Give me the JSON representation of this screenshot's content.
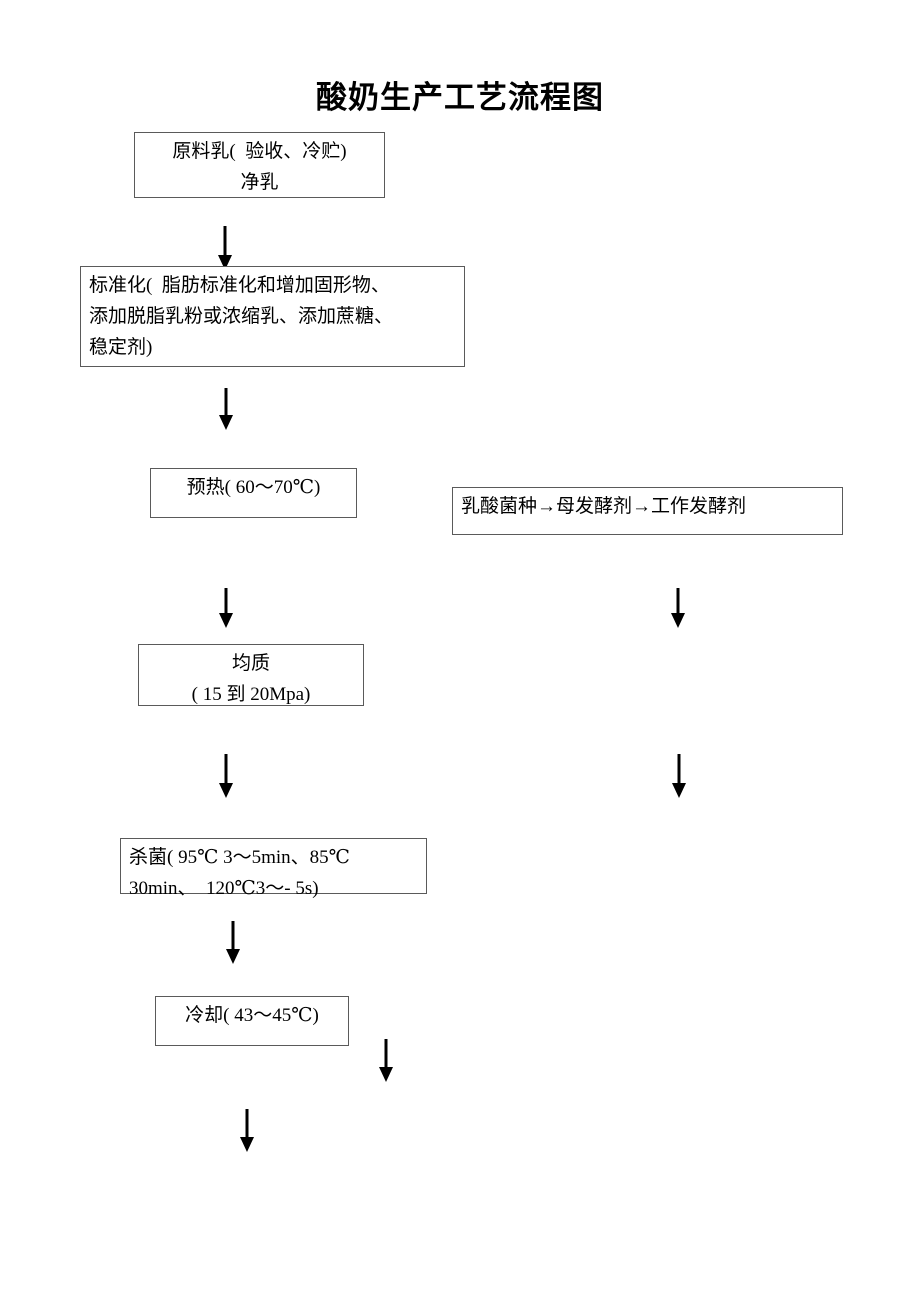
{
  "document": {
    "title": "酸奶生产工艺流程图"
  },
  "flowchart": {
    "type": "process-flow-diagram",
    "nodes": [
      {
        "id": "raw-milk",
        "lines": [
          "原料乳(  验收、冷贮)",
          "净乳"
        ],
        "align": "center"
      },
      {
        "id": "standardization",
        "lines": [
          "标准化(  脂肪标准化和增加固形物、",
          "添加脱脂乳粉或浓缩乳、添加蔗糖、",
          "稳定剂)"
        ],
        "align": "left"
      },
      {
        "id": "preheat",
        "lines": [
          "预热( 60～70℃)"
        ],
        "align": "center"
      },
      {
        "id": "starter-culture",
        "lines": [
          "乳酸菌种→母发酵剂→工作发酵剂"
        ],
        "align": "left"
      },
      {
        "id": "homogenization",
        "lines": [
          "均质",
          "( 15 到 20Mpa)"
        ],
        "align": "center"
      },
      {
        "id": "sterilization",
        "lines": [
          "杀菌( 95℃ 3～5min、85℃",
          "30min、  120℃3～- 5s)"
        ],
        "align": "left"
      },
      {
        "id": "cooling",
        "lines": [
          "冷却( 43～45℃)"
        ],
        "align": "center"
      }
    ],
    "arrows": [
      {
        "id": "arrow-raw-to-standardization"
      },
      {
        "id": "arrow-standardization-to-preheat"
      },
      {
        "id": "arrow-preheat-to-homogenization"
      },
      {
        "id": "arrow-homogenization-to-sterilization"
      },
      {
        "id": "arrow-sterilization-to-cooling"
      },
      {
        "id": "arrow-cooling-down"
      },
      {
        "id": "arrow-culture-down-1"
      },
      {
        "id": "arrow-culture-down-2"
      },
      {
        "id": "arrow-culture-down-3"
      }
    ],
    "colors": {
      "box_border": "#5a5a5a",
      "arrow": "#000000",
      "text": "#000000",
      "background": "#ffffff"
    }
  }
}
